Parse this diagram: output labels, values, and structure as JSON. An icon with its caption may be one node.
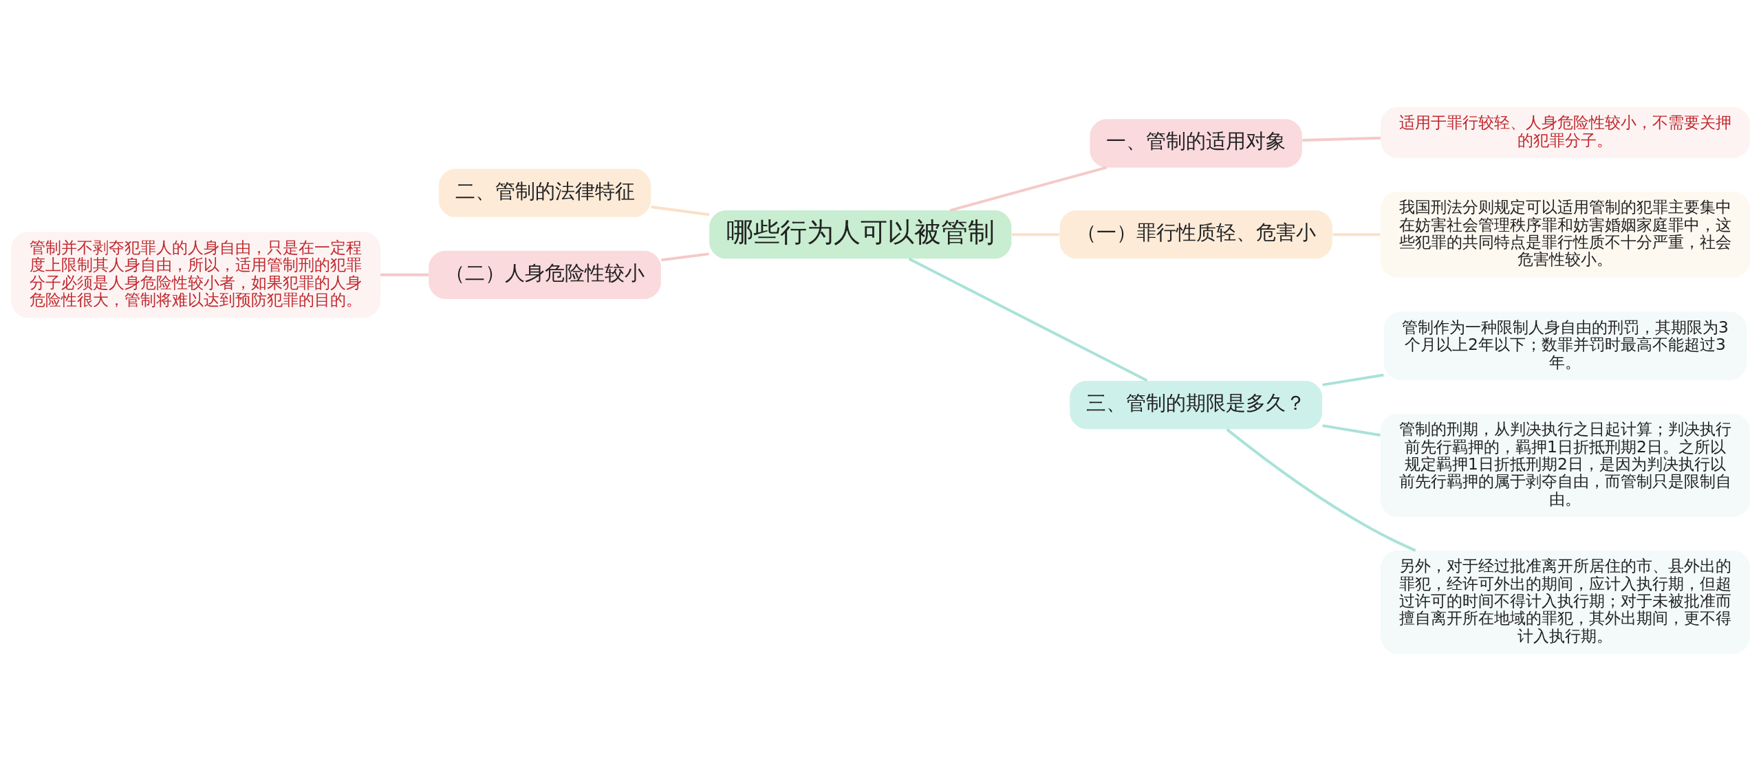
{
  "diagram": {
    "nodes": [
      {
        "text": [
          "哪些行为人可以被管制"
        ]
      },
      {
        "text": [
          "一、管制的适用对象"
        ]
      },
      {
        "text": [
          "适用于罪行较轻、人身危险性较小，不需要关押的犯罪分子。"
        ]
      },
      {
        "text": [
          "（一）罪行性质轻、危害小"
        ]
      },
      {
        "text": [
          "我国刑法分则规定可以适用管制的犯罪主要集中在妨害社会管理秩序罪和妨害婚姻家庭罪中，这些犯罪的共同特点是罪行性质不十分严重，社会危害性较小。"
        ]
      },
      {
        "text": [
          "三、管制的期限是多久？"
        ]
      },
      {
        "text": [
          "管制作为一种限制人身自由的刑罚，其期限为3个月以上2年以下；数罪并罚时最高不能超过3年。"
        ]
      },
      {
        "text": [
          "管制的刑期，从判决执行之日起计算；判决执行前先行羁押的，羁押1日折抵刑期2日。之所以规定羁押1日折抵刑期2日，是因为判决执行以前先行羁押的属于剥夺自由，而管制只是限制自由。"
        ]
      },
      {
        "text": [
          "另外，对于经过批准离开所居住的市、县外出的罪犯，经许可外出的期间，应计入执行期，但超过许可的时间不得计入执行期；对于未被批准而擅自离开所在地域的罪犯，其外出期间，更不得计入执行期。"
        ]
      },
      {
        "text": [
          "二、管制的法律特征"
        ]
      },
      {
        "text": [
          "（二）人身危险性较小"
        ]
      },
      {
        "text": [
          "管制并不剥夺犯罪人的人身自由，只是在一定程度上限制其人身自由，所以，适用管制刑的犯罪分子必须是人身危险性较小者，如果犯罪的人身危险性很大，管制将难以达到预防犯罪的目的。"
        ]
      }
    ],
    "edges": [
      {
        "from": 0,
        "to": 1,
        "arrow": "none",
        "color": "#f5c9c9"
      },
      {
        "from": 1,
        "to": 2,
        "arrow": "none",
        "color": "#f5c9c9"
      },
      {
        "from": 0,
        "to": 3,
        "arrow": "none",
        "color": "#fbe0c6"
      },
      {
        "from": 3,
        "to": 4,
        "arrow": "none",
        "color": "#fbe0c6"
      },
      {
        "from": 0,
        "to": 5,
        "arrow": "none",
        "color": "#a9e2d8"
      },
      {
        "from": 5,
        "to": 6,
        "arrow": "none",
        "color": "#a9e2d8"
      },
      {
        "from": 5,
        "to": 7,
        "arrow": "none",
        "color": "#a9e2d8"
      },
      {
        "from": 5,
        "to": 8,
        "arrow": "none",
        "color": "#a9e2d8"
      },
      {
        "from": 0,
        "to": 9,
        "arrow": "none",
        "color": "#fbe0c6"
      },
      {
        "from": 0,
        "to": 10,
        "arrow": "none",
        "color": "#f5c9c9"
      },
      {
        "from": 10,
        "to": 11,
        "arrow": "none",
        "color": "#f5c9c9"
      }
    ]
  }
}
